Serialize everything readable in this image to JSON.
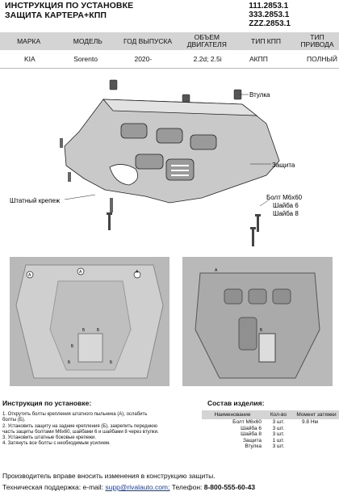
{
  "header": {
    "title_line1": "ИНСТРУКЦИЯ ПО УСТАНОВКЕ",
    "title_line2": "ЗАЩИТА КАРТЕРА+КПП",
    "codes": [
      "111.2853.1",
      "333.2853.1",
      "ZZZ.2853.1"
    ]
  },
  "spec_table": {
    "headers": [
      "МАРКА",
      "МОДЕЛЬ",
      "ГОД ВЫПУСКА",
      "ОБЪЕМ ДВИГАТЕЛЯ",
      "ТИП КПП",
      "ТИП ПРИВОДА"
    ],
    "row": [
      "KIA",
      "Sorento",
      "2020-",
      "2.2d; 2.5i",
      "АКПП",
      "ПОЛНЫЙ"
    ]
  },
  "diagram": {
    "label_sleeve": "Втулка",
    "label_guard": "Защита",
    "label_std_mount": "Штатный крепеж",
    "label_bolt": "Болт М6х60",
    "label_washer6": "Шайба 6",
    "label_washer8": "Шайба 8"
  },
  "photos": {
    "left_markers": [
      "A",
      "A",
      "A",
      "Б",
      "Б",
      "Б",
      "Б",
      "Б"
    ],
    "right_markers": [
      "A",
      "Б"
    ]
  },
  "instructions": {
    "title": "Инструкция по установке:",
    "steps": [
      "1. Открутить болты крепления штатного пыльника (А), ослабить",
      "болты (Б).",
      "2. Установить защиту на задние крепления (Б), закрепить переднюю",
      "часть защиты болтами М6х60, шайбами 6 и шайбами 8 через втулки.",
      "3. Установить штатные боковые крепежи.",
      "4. Затянуть все болты с необходимым усилием."
    ]
  },
  "components": {
    "title": "Состав изделия:",
    "headers": [
      "Наименование",
      "Кол-во",
      "Момент затяжки"
    ],
    "rows": [
      {
        "name": "Болт М6х60",
        "qty": "3 шт.",
        "torque": "9.8 Нм"
      },
      {
        "name": "Шайба 6",
        "qty": "3 шт.",
        "torque": ""
      },
      {
        "name": "Шайба 8",
        "qty": "3 шт.",
        "torque": ""
      },
      {
        "name": "Защита",
        "qty": "1 шт.",
        "torque": ""
      },
      {
        "name": "Втулка",
        "qty": "3 шт.",
        "torque": ""
      }
    ]
  },
  "footer": {
    "line1": "Производитель вправе вносить изменения в конструкцию защиты.",
    "support_label": "Техническая поддержка:  e-mail:",
    "email": "supp@rivalauto.com;",
    "phone_label": "Телефон:",
    "phone": "8-800-555-60-43"
  }
}
